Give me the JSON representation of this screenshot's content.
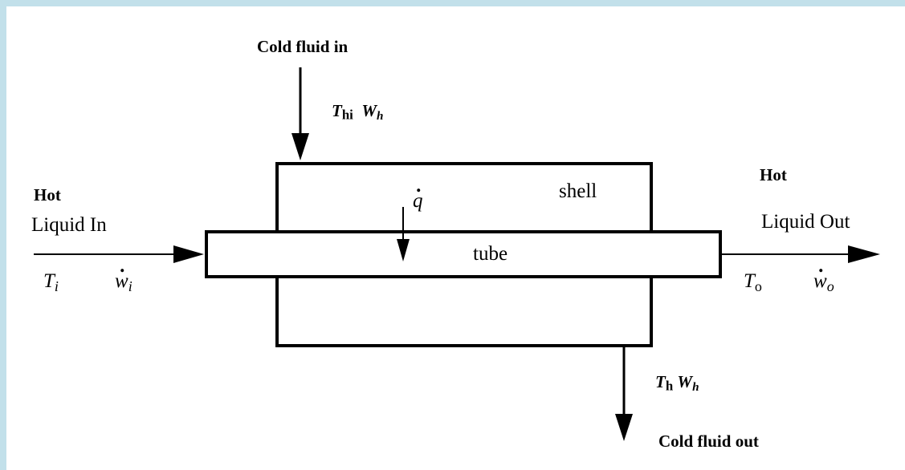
{
  "labels": {
    "cold_in": "Cold fluid in",
    "cold_out": "Cold fluid out",
    "hot_in": "Hot",
    "hot_in_liquid": "Liquid In",
    "hot_out": "Hot",
    "hot_out_liquid": "Liquid Out",
    "shell": "shell",
    "tube": "tube"
  },
  "symbols": {
    "inlet_temp_T": "T",
    "inlet_temp_sub": "i",
    "inlet_flow_w": "w",
    "inlet_flow_sub": "i",
    "outlet_temp_T": "T",
    "outlet_temp_sub": "o",
    "outlet_flow_w": "w",
    "outlet_flow_sub": "o",
    "heat_q": "q",
    "cold_in_T": "T",
    "cold_in_T_sub": "hi",
    "cold_in_W": "W",
    "cold_in_W_sub": "h",
    "cold_out_T": "T",
    "cold_out_T_sub": "h",
    "cold_out_W": "W",
    "cold_out_W_sub": "h"
  }
}
